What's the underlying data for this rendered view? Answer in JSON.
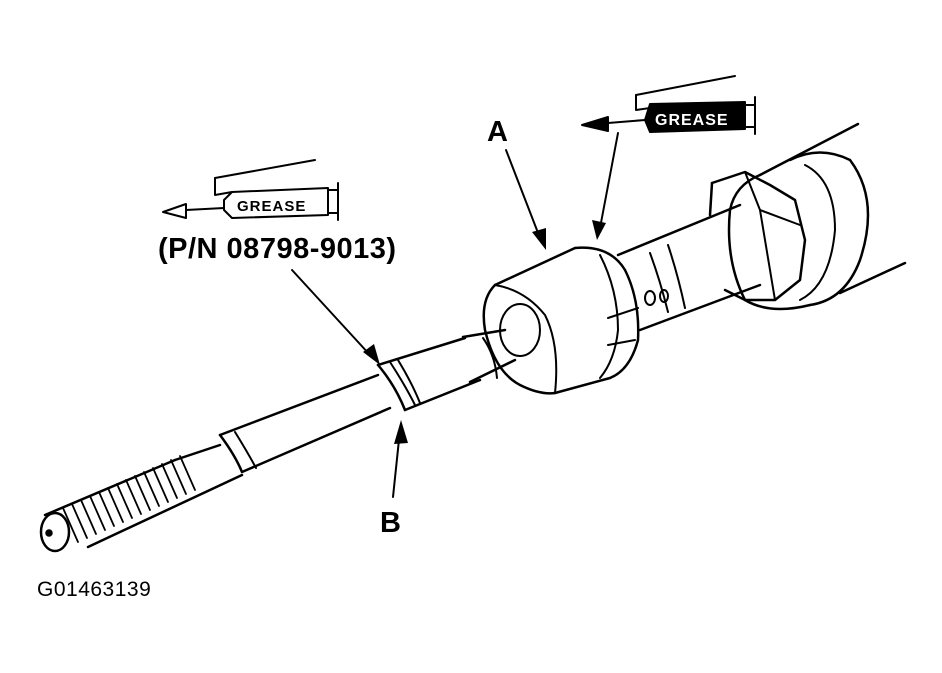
{
  "labels": {
    "callout_a": "A",
    "callout_b": "B",
    "part_number": "(P/N 08798-9013)",
    "figure_id": "G01463139"
  },
  "grease_tubes": {
    "left": "GREASE",
    "right": "GREASE"
  },
  "colors": {
    "ink": "#000000",
    "paper": "#ffffff"
  }
}
